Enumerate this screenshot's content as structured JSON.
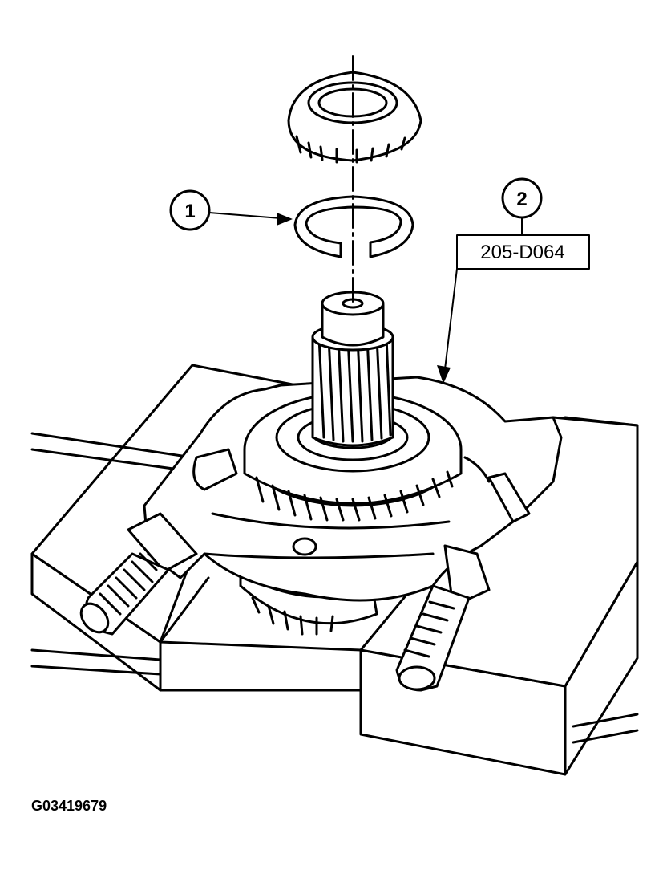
{
  "callouts": [
    {
      "number": "1"
    },
    {
      "number": "2",
      "tool_number": "205-D064"
    }
  ],
  "figure_id": "G03419679"
}
